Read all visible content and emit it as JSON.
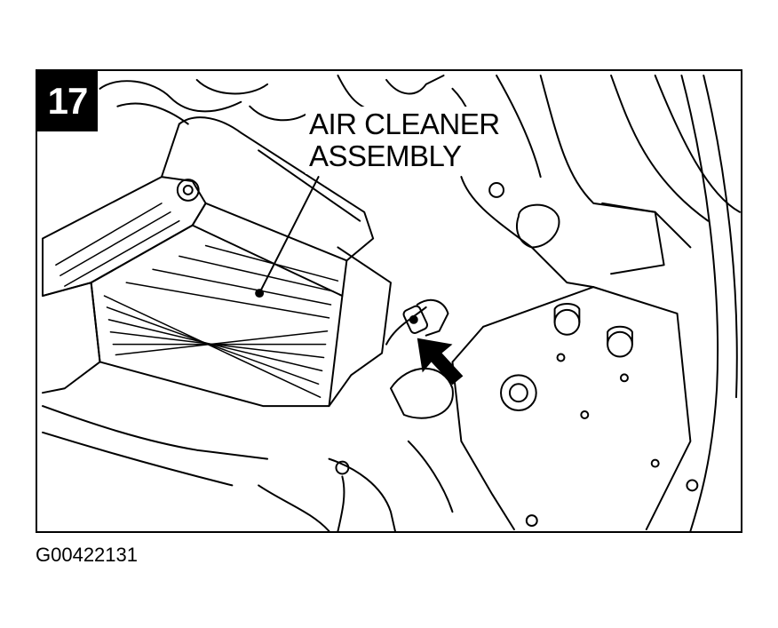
{
  "figure": {
    "step_number": "17",
    "callout": {
      "line1": "AIR CLEANER",
      "line2": "ASSEMBLY"
    },
    "figure_id": "G00422131"
  },
  "colors": {
    "ink": "#000000",
    "paper": "#ffffff"
  }
}
